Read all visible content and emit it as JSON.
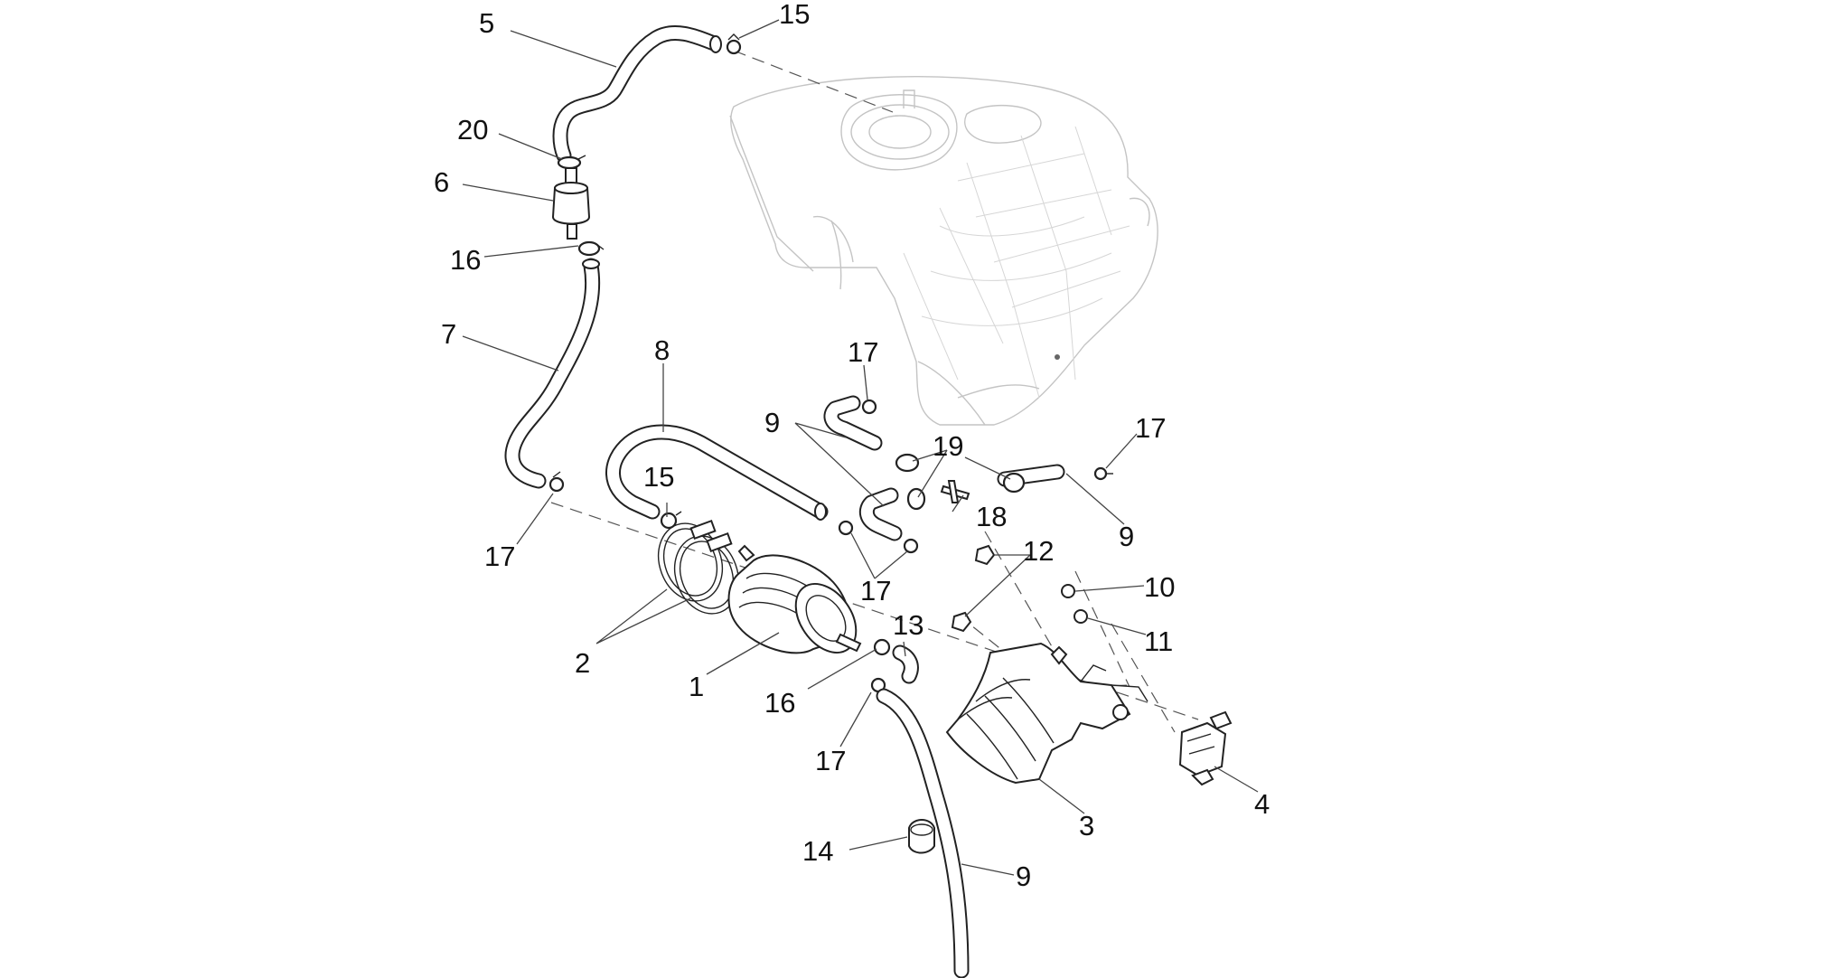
{
  "diagram": {
    "labels": [
      "5",
      "15",
      "20",
      "6",
      "16",
      "7",
      "8",
      "17",
      "9",
      "19",
      "17",
      "18",
      "9",
      "15",
      "17",
      "12",
      "10",
      "17",
      "13",
      "11",
      "2",
      "1",
      "16",
      "17",
      "4",
      "3",
      "14",
      "9"
    ]
  },
  "colors": {
    "line": "#222222",
    "ghost": "#c4c4c4",
    "text": "#111111",
    "background": "#ffffff"
  }
}
